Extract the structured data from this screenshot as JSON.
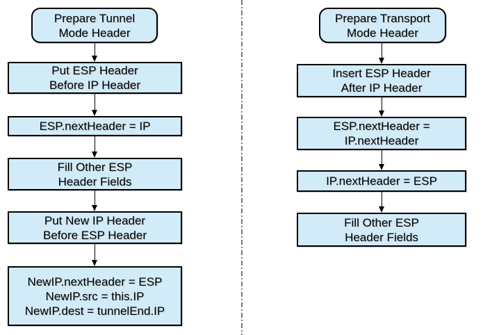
{
  "colors": {
    "background": "#ffffff",
    "node_fill": "#d2ebf8",
    "node_border": "#000000",
    "arrow": "#000000",
    "divider": "#7a7a7a",
    "text": "#000000"
  },
  "flows": {
    "tunnel": {
      "steps": [
        {
          "shape": "rounded",
          "lines": [
            "Prepare Tunnel",
            "Mode Header"
          ]
        },
        {
          "shape": "rect",
          "lines": [
            "Put ESP Header",
            "Before IP Header"
          ]
        },
        {
          "shape": "rect",
          "lines": [
            "ESP.nextHeader = IP"
          ]
        },
        {
          "shape": "rect",
          "lines": [
            "Fill Other ESP",
            "Header Fields"
          ]
        },
        {
          "shape": "rect",
          "lines": [
            "Put New IP Header",
            "Before ESP Header"
          ]
        },
        {
          "shape": "rect",
          "lines": [
            "NewIP.nextHeader = ESP",
            "NewIP.src = this.IP",
            "NewIP.dest = tunnelEnd.IP"
          ]
        }
      ]
    },
    "transport": {
      "steps": [
        {
          "shape": "rounded",
          "lines": [
            "Prepare Transport",
            "Mode Header"
          ]
        },
        {
          "shape": "rect",
          "lines": [
            "Insert ESP Header",
            "After IP Header"
          ]
        },
        {
          "shape": "rect",
          "lines": [
            "ESP.nextHeader =",
            "IP.nextHeader"
          ]
        },
        {
          "shape": "rect",
          "lines": [
            "IP.nextHeader = ESP"
          ]
        },
        {
          "shape": "rect",
          "lines": [
            "Fill Other ESP",
            "Header Fields"
          ]
        }
      ]
    }
  }
}
